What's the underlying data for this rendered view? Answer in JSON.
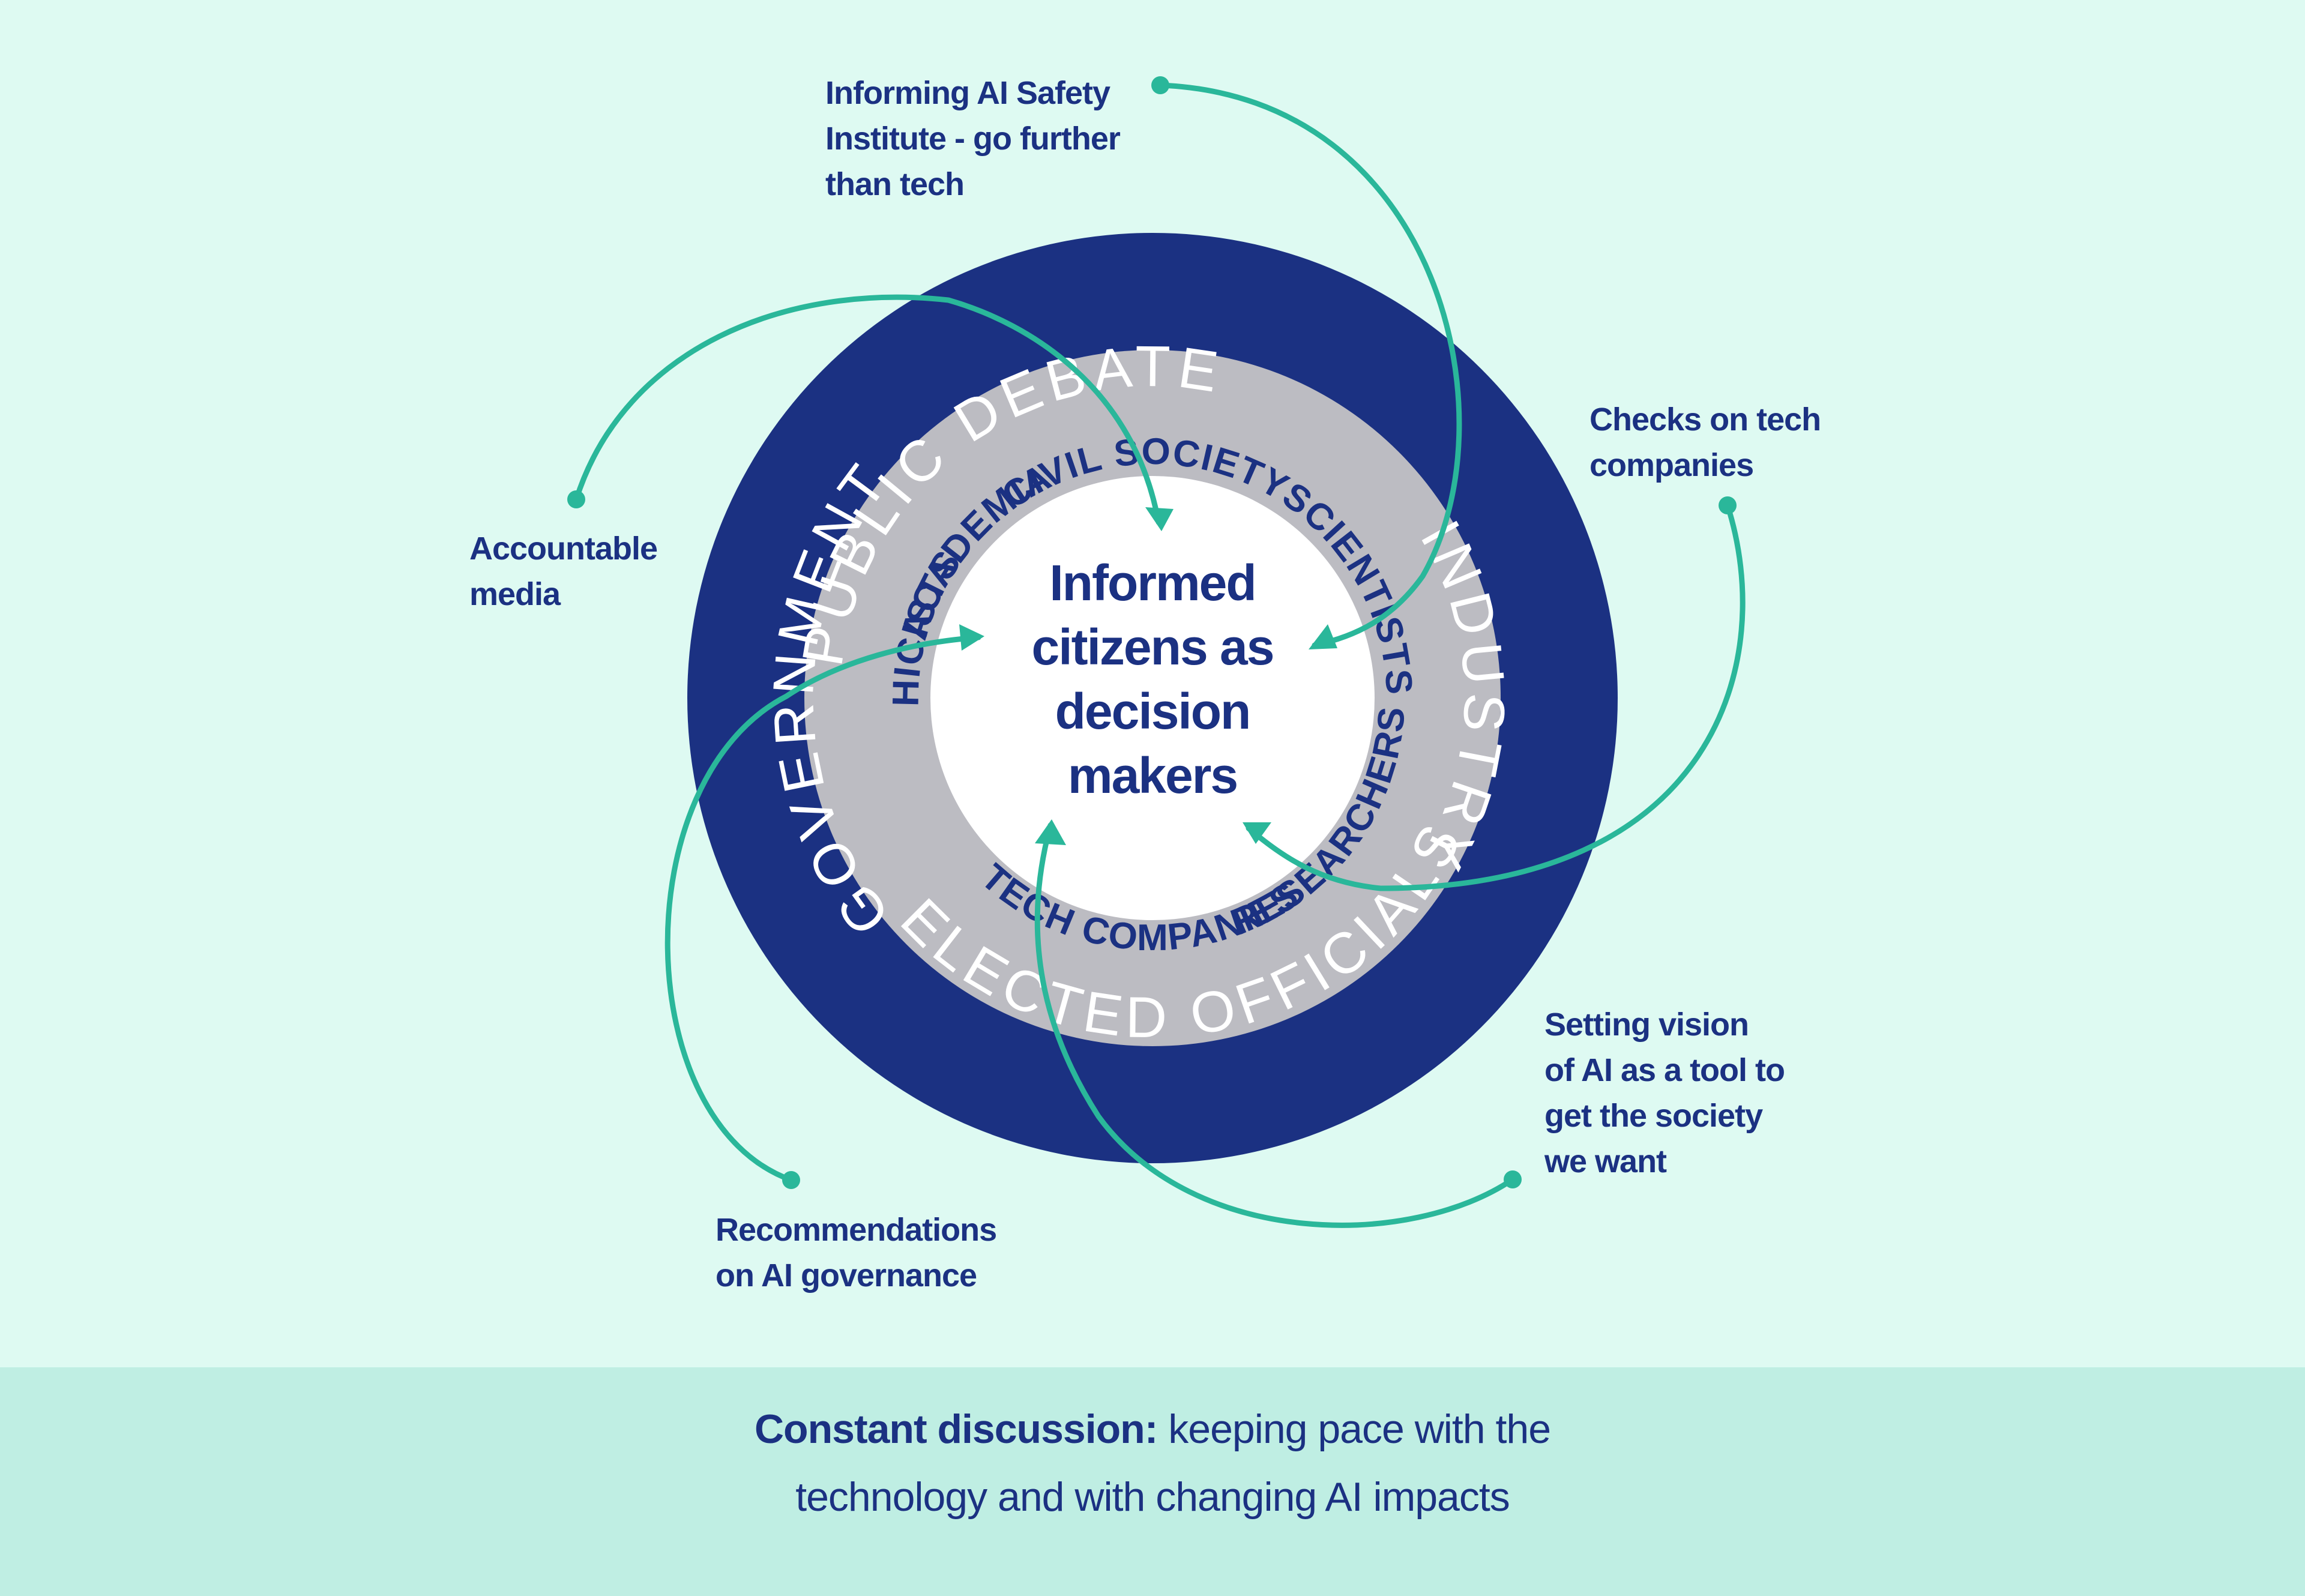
{
  "center": {
    "lines": [
      "Informed",
      "citizens as",
      "decision",
      "makers"
    ]
  },
  "outer_ring": [
    "PUBLIC DEBATE",
    "INDUSTRY",
    "ELECTED OFFICIALS",
    "GOVERNMENT"
  ],
  "inner_ring": [
    "CIVIL SOCIETY",
    "SCIENTISTS",
    "RESEARCHERS",
    "TECH COMPANIES",
    "ETHICISTS",
    "ACADEMIA"
  ],
  "annotations": {
    "safety_institute": [
      "Informing AI Safety",
      "Institute - go further",
      "than tech"
    ],
    "checks": [
      "Checks on tech",
      "companies"
    ],
    "media": [
      "Accountable",
      "media"
    ],
    "vision": [
      "Setting vision",
      "of AI as a tool to",
      "get the society",
      "we want"
    ],
    "recommendations": [
      "Recommendations",
      "on AI governance"
    ]
  },
  "footer": {
    "bold": "Constant discussion:",
    "rest": "keeping pace with the",
    "line2": "technology and with changing AI impacts"
  },
  "colors": {
    "background": "#defaf2",
    "footer_band": "#bfeee3",
    "navy": "#1b3182",
    "gray_ring": "#bcbcc2",
    "teal": "#2ab79a",
    "white": "#ffffff"
  }
}
